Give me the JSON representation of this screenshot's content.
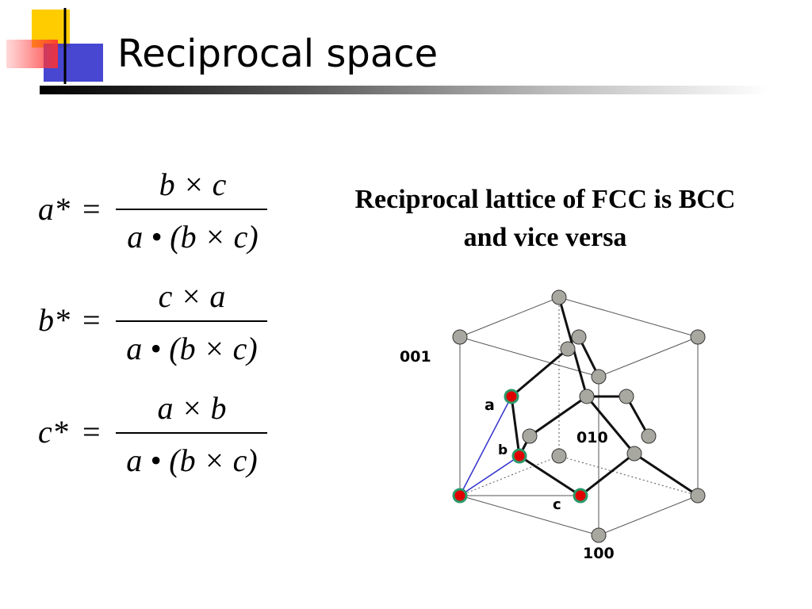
{
  "slide": {
    "title": "Reciprocal space"
  },
  "formulas": [
    {
      "lhs": "a*",
      "numerator": "b × c",
      "denominator": "a • (b × c)"
    },
    {
      "lhs": "b*",
      "numerator": "c × a",
      "denominator": "a • (b × c)"
    },
    {
      "lhs": "c*",
      "numerator": "a × b",
      "denominator": "a • (b × c)"
    }
  ],
  "statement": {
    "line1": "Reciprocal lattice of FCC is BCC",
    "line2": "and vice versa"
  },
  "lattice": {
    "labels": {
      "dir_001": "001",
      "dir_010": "010",
      "dir_100": "100",
      "vec_a": "a",
      "vec_b": "b",
      "vec_c": "c"
    },
    "colors": {
      "atom": "#a8a8a0",
      "highlight": "#e00000",
      "highlight_ring": "#2a9a6a",
      "vector": "#3333cc"
    }
  }
}
